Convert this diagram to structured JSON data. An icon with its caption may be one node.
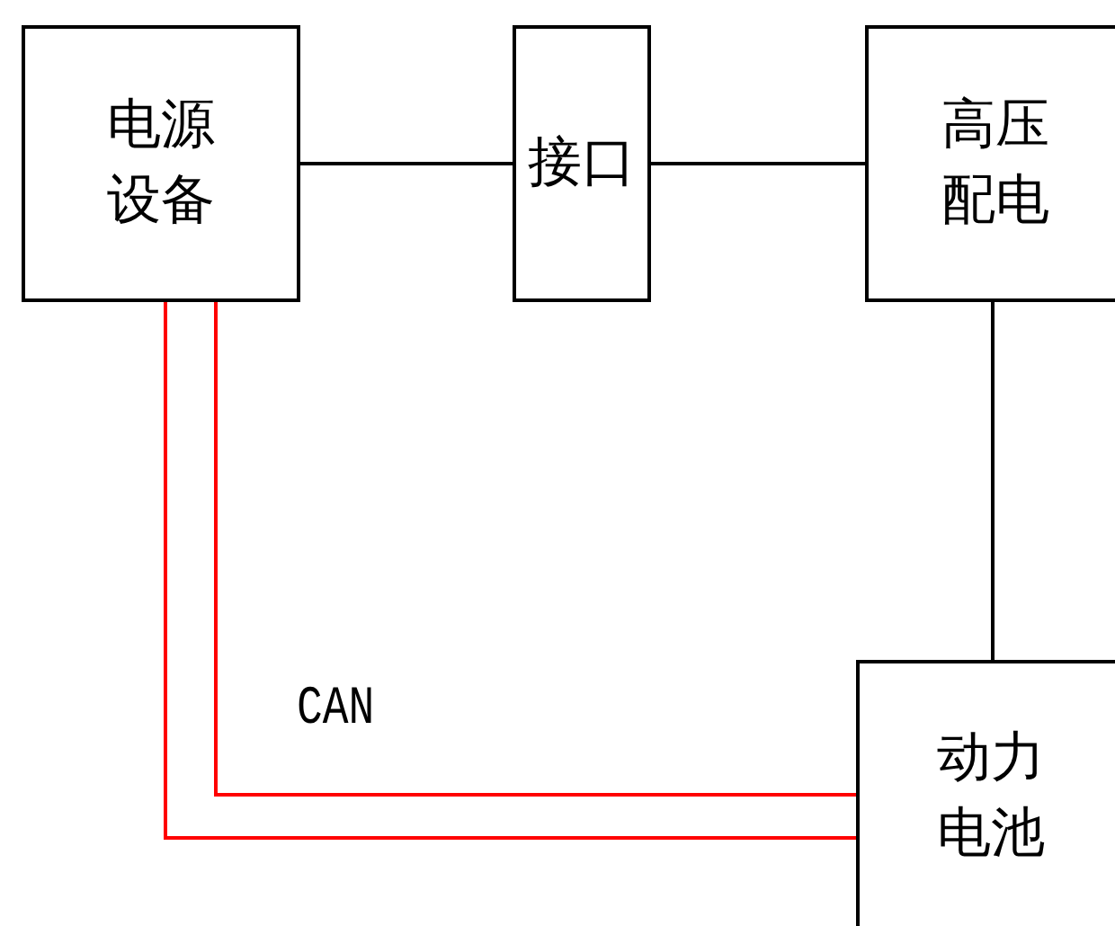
{
  "diagram": {
    "nodes": [
      {
        "text": [
          "电源设备"
        ]
      },
      {
        "text": [
          "接口"
        ]
      },
      {
        "text": [
          "高压配电"
        ]
      },
      {
        "text": [
          "动力电池"
        ]
      }
    ],
    "edges": [
      {
        "from": 0,
        "to": 1,
        "arrow": "none"
      },
      {
        "from": 1,
        "to": 2,
        "arrow": "none"
      },
      {
        "from": 2,
        "to": 3,
        "arrow": "none"
      },
      {
        "from": 0,
        "to": 3,
        "arrow": "none",
        "color": "#ff0000"
      },
      {
        "from": 0,
        "to": 3,
        "arrow": "none",
        "color": "#ff0000"
      }
    ],
    "labels": [
      "CAN"
    ]
  }
}
